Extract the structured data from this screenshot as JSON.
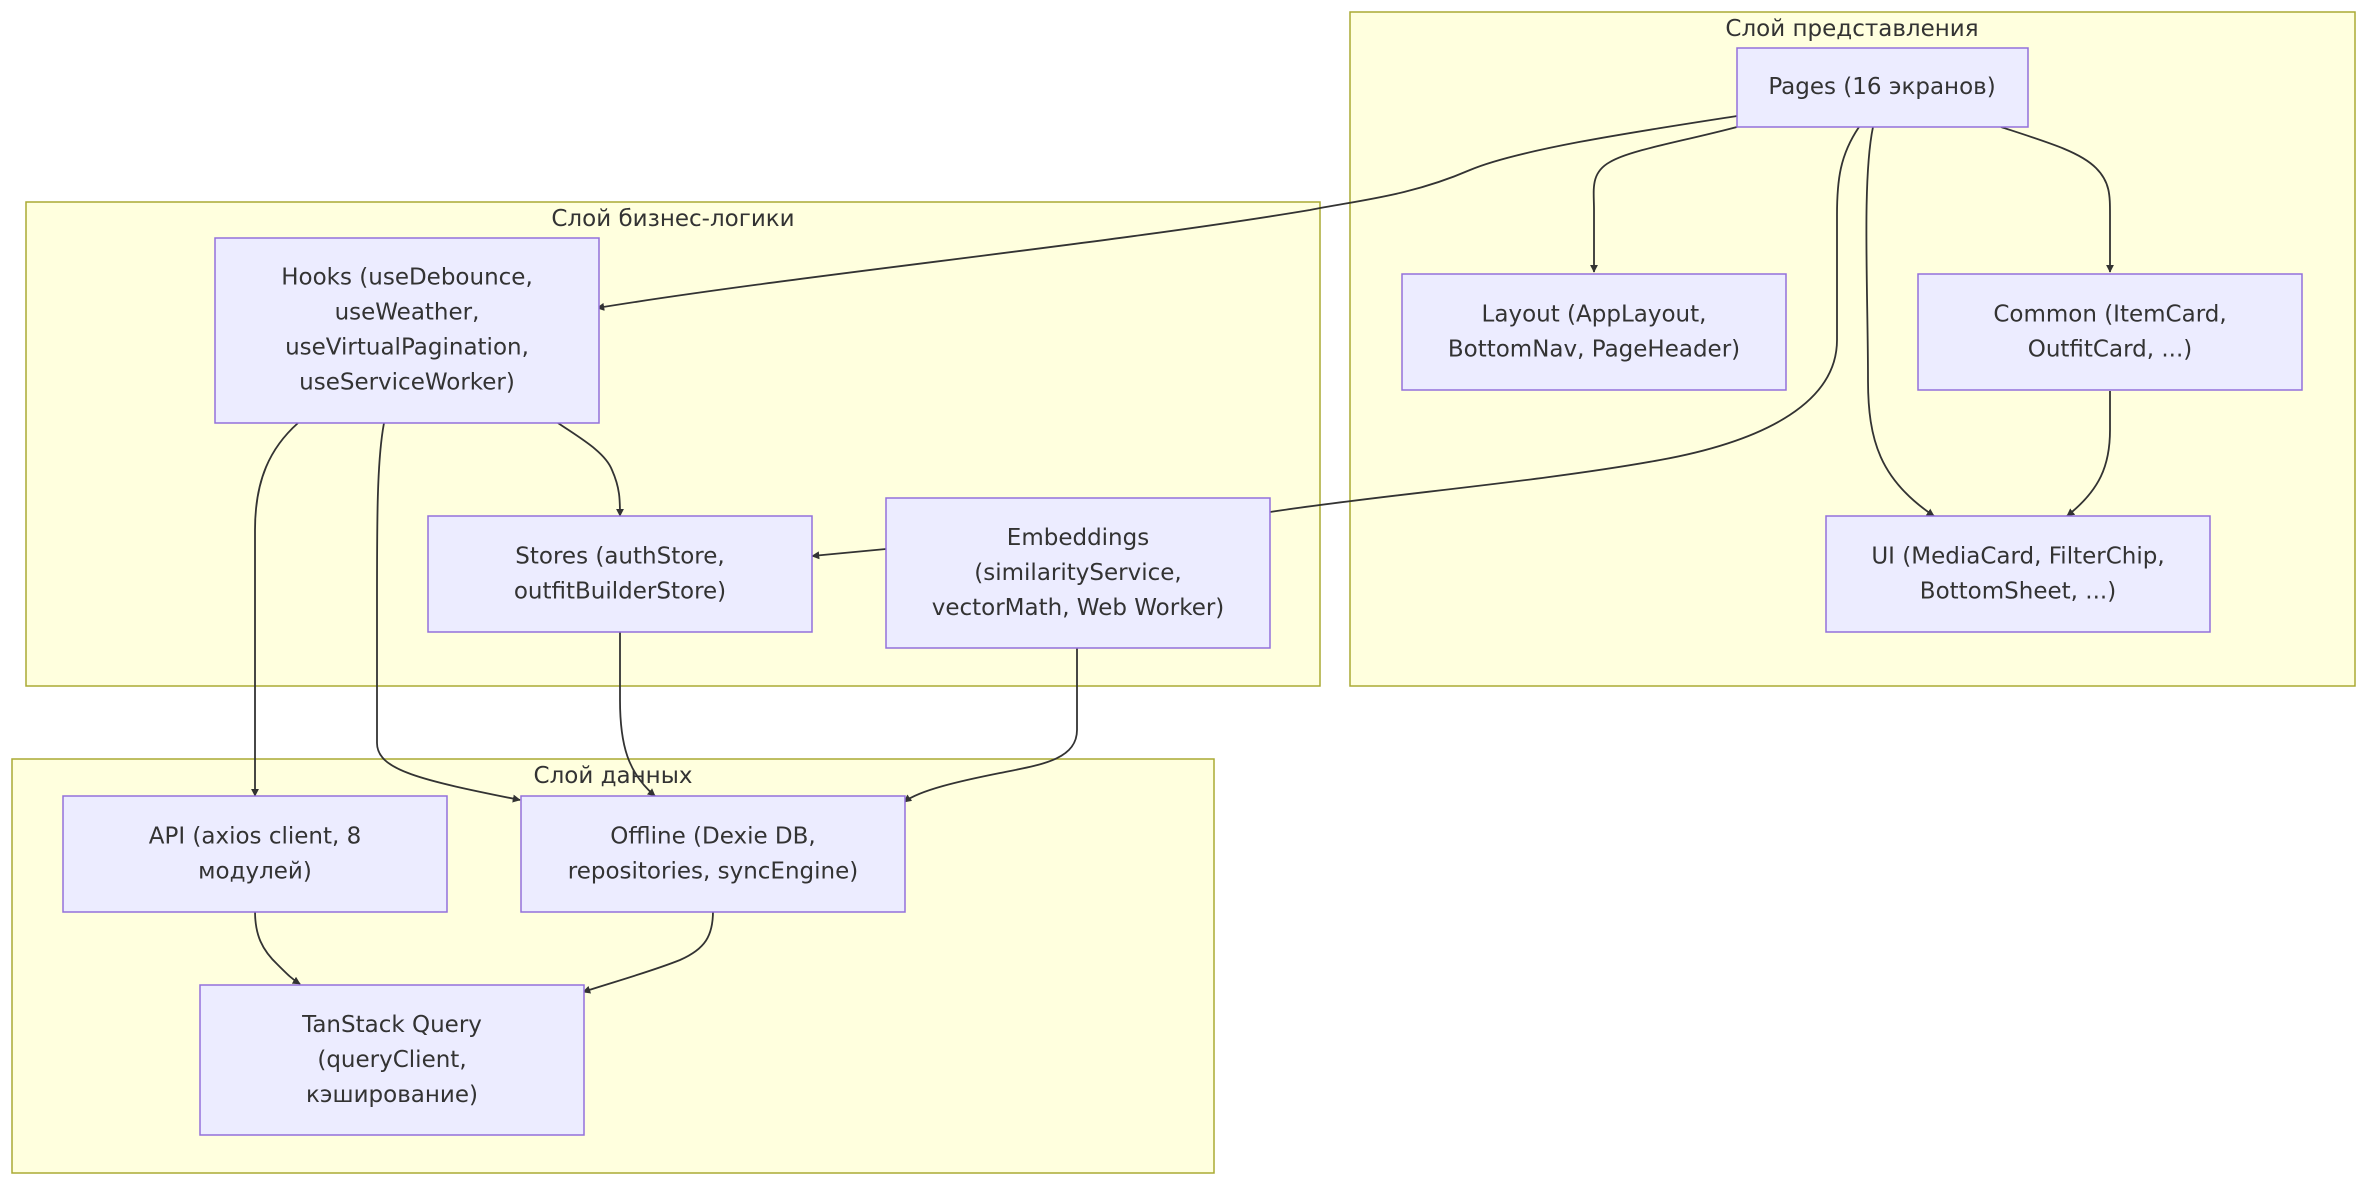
{
  "clusters": {
    "presentation": {
      "label": "Слой представления"
    },
    "business": {
      "label": "Слой бизнес-логики"
    },
    "data": {
      "label": "Слой данных"
    }
  },
  "nodes": {
    "pages": {
      "lines": [
        "Pages (16 экранов)"
      ]
    },
    "layout": {
      "lines": [
        "Layout (AppLayout,",
        "BottomNav, PageHeader)"
      ]
    },
    "common": {
      "lines": [
        "Common (ItemCard,",
        "OutfitCard, ...)"
      ]
    },
    "ui": {
      "lines": [
        "UI (MediaCard, FilterChip,",
        "BottomSheet, ...)"
      ]
    },
    "hooks": {
      "lines": [
        "Hooks (useDebounce,",
        "useWeather,",
        "useVirtualPagination,",
        "useServiceWorker)"
      ]
    },
    "stores": {
      "lines": [
        "Stores (authStore,",
        "outfitBuilderStore)"
      ]
    },
    "embeddings": {
      "lines": [
        "Embeddings",
        "(similarityService,",
        "vectorMath, Web Worker)"
      ]
    },
    "api": {
      "lines": [
        "API (axios client, 8",
        "модулей)"
      ]
    },
    "offline": {
      "lines": [
        "Offline (Dexie DB,",
        "repositories, syncEngine)"
      ]
    },
    "tanstack": {
      "lines": [
        "TanStack Query",
        "(queryClient,",
        "кэширование)"
      ]
    }
  },
  "colors": {
    "cluster_fill": "#ffffde",
    "cluster_stroke": "#aaaa33",
    "node_fill": "#ececff",
    "node_stroke": "#9370db",
    "edge": "#333333",
    "text": "#333333"
  }
}
